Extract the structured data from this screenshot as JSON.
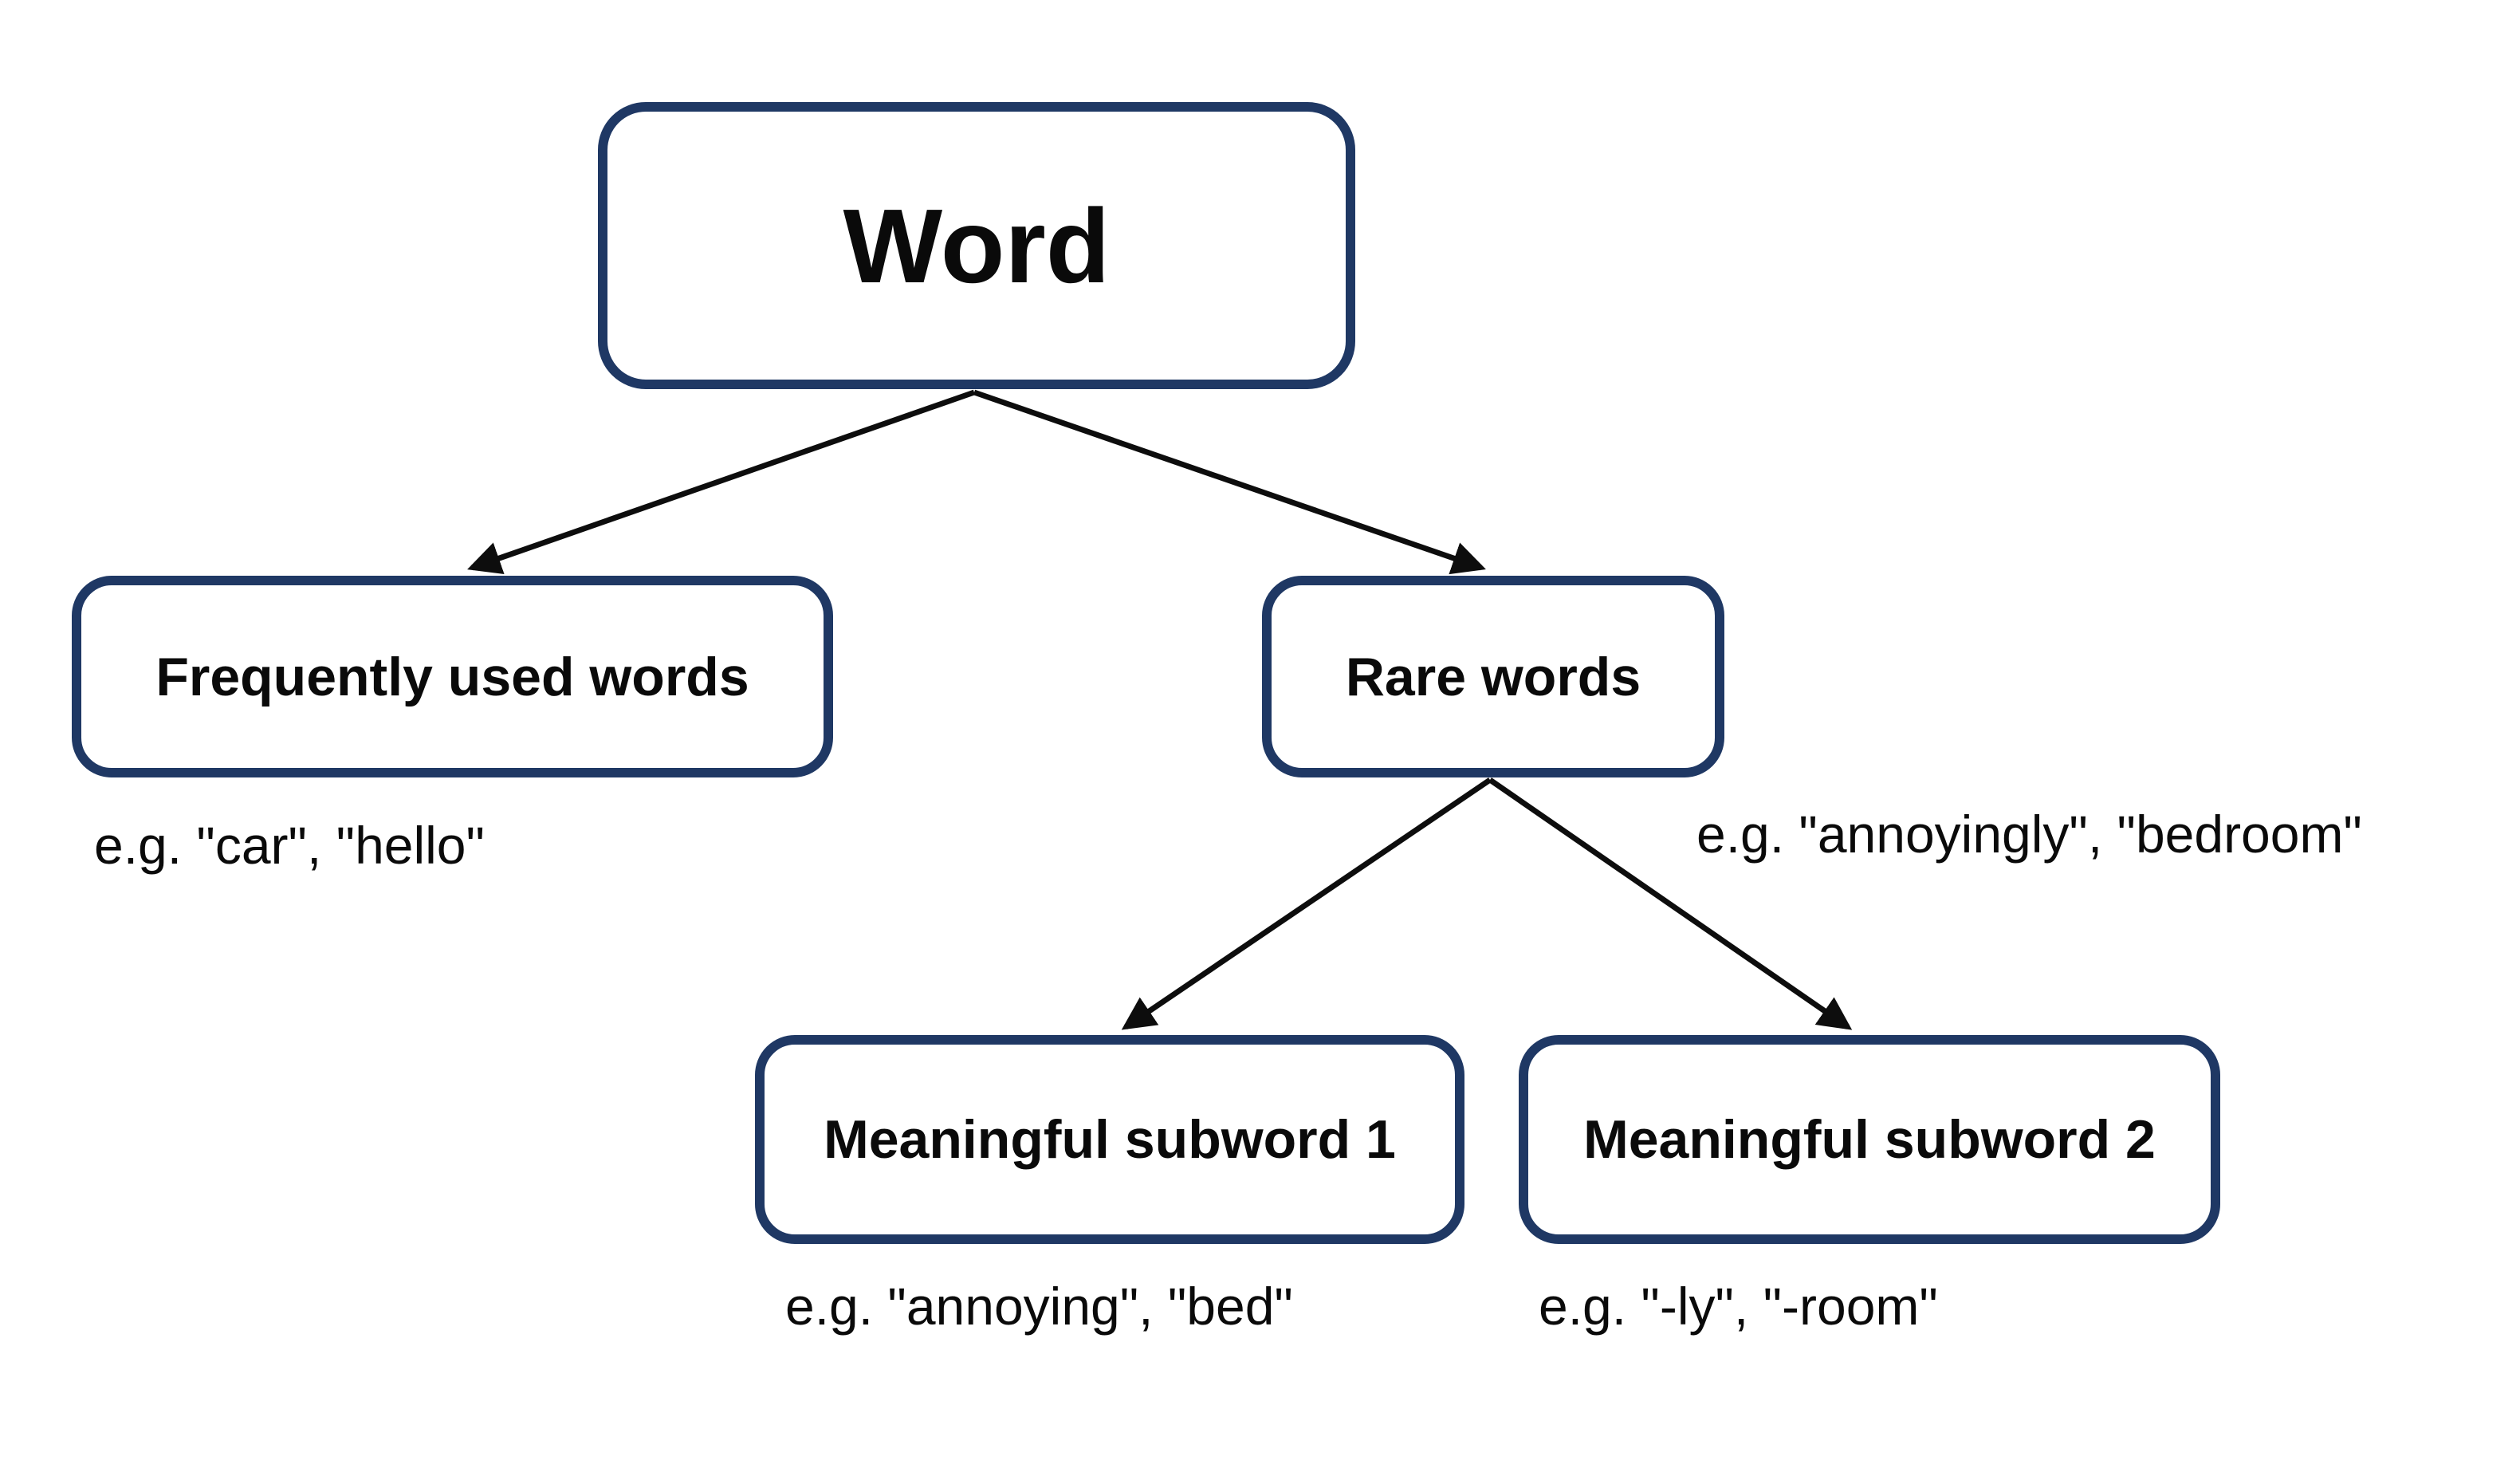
{
  "diagram": {
    "type": "tree",
    "nodes": [
      {
        "id": "word",
        "label": "Word",
        "example": ""
      },
      {
        "id": "frequent",
        "label": "Frequently used words",
        "example": "e.g. \"car\", \"hello\""
      },
      {
        "id": "rare",
        "label": "Rare words",
        "example": "e.g. \"annoyingly\", \"bedroom\""
      },
      {
        "id": "sub1",
        "label": "Meaningful subword 1",
        "example": "e.g. \"annoying\", \"bed\""
      },
      {
        "id": "sub2",
        "label": "Meaningful subword 2",
        "example": "e.g. \"-ly\", \"-room\""
      }
    ],
    "edges": [
      {
        "from": "word",
        "to": "frequent"
      },
      {
        "from": "word",
        "to": "rare"
      },
      {
        "from": "rare",
        "to": "sub1"
      },
      {
        "from": "rare",
        "to": "sub2"
      }
    ],
    "colors": {
      "box_border": "#1f3864",
      "box_fill": "#ffffff",
      "arrow": "#0d0d0d",
      "text": "#0a0a0a"
    }
  }
}
